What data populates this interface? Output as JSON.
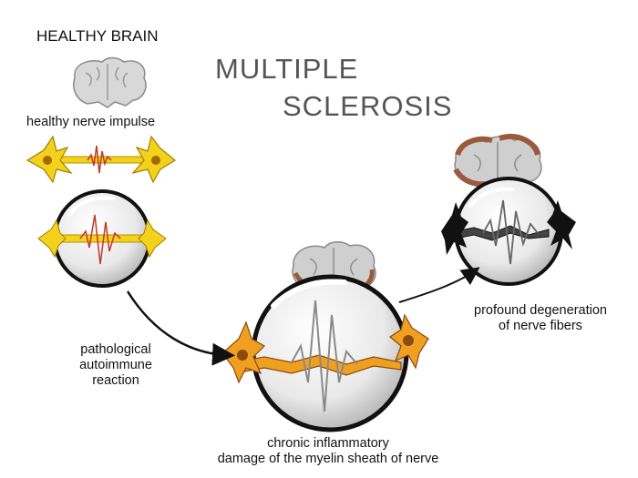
{
  "title": {
    "line1": "MULTIPLE",
    "line2": "SCLEROSIS"
  },
  "labels": {
    "healthy_brain": "HEALTHY BRAIN",
    "healthy_impulse": "healthy nerve impulse",
    "pathological": [
      "pathological",
      "autoimmune",
      "reaction"
    ],
    "degeneration": [
      "profound degeneration",
      "of nerve fibers"
    ],
    "chronic": [
      "chronic inflammatory",
      "damage of the myelin sheath of nerve"
    ]
  },
  "colors": {
    "healthy_nerve": "#f2d21a",
    "damaged_nerve": "#f0a020",
    "degenerated_nerve": "#111111",
    "brain_gray": "#cfcfcf",
    "brain_rust": "#9c5a3c",
    "impulse_red": "#c0392b",
    "title_gray": "#555555"
  }
}
